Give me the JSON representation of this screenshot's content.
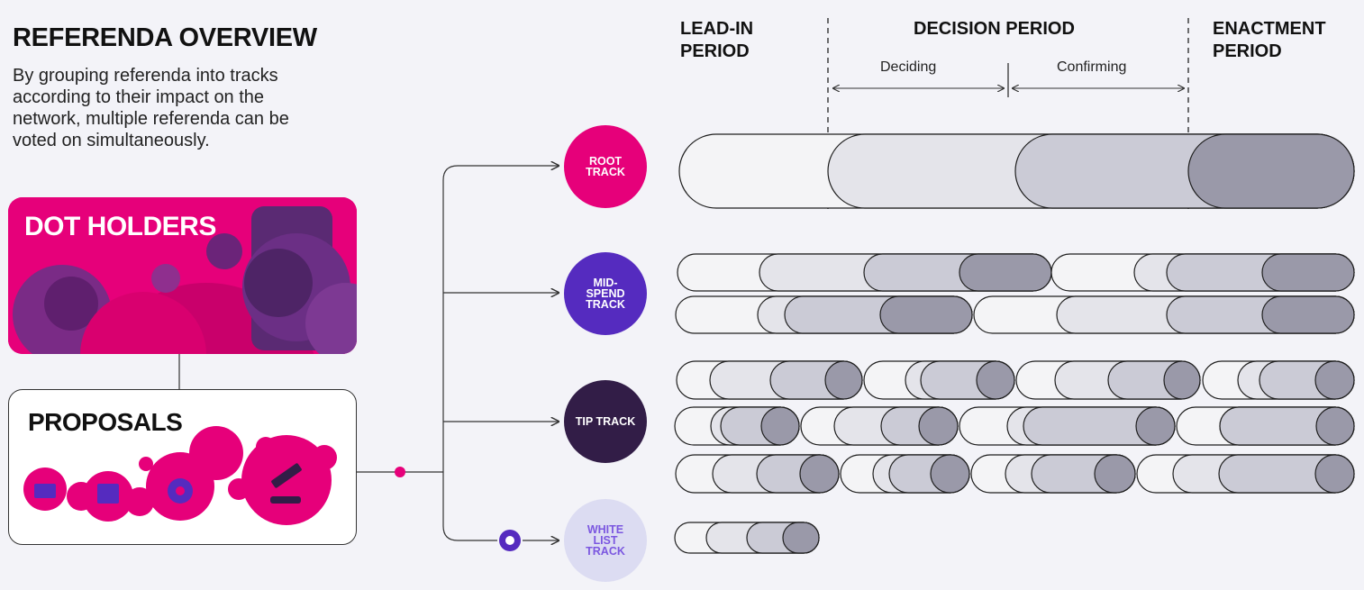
{
  "header": {
    "title": "REFERENDA OVERVIEW",
    "description": "By grouping referenda into tracks according to their impact on the network, multiple referenda can be voted on simultaneously."
  },
  "cards": {
    "holders_label": "DOT HOLDERS",
    "proposals_label": "PROPOSALS"
  },
  "phases": {
    "lead_in": "LEAD-IN PERIOD",
    "decision": "DECISION PERIOD",
    "enactment": "ENACTMENT PERIOD",
    "deciding": "Deciding",
    "confirming": "Confirming"
  },
  "tracks": [
    {
      "label": "ROOT TRACK",
      "color": "#e6007a",
      "text_color": "#ffffff"
    },
    {
      "label": "MID-SPEND TRACK",
      "color": "#552bbf",
      "text_color": "#ffffff"
    },
    {
      "label": "TIP TRACK",
      "color": "#321d47",
      "text_color": "#ffffff"
    },
    {
      "label": "WHITE LIST TRACK",
      "color": "#dcdcf2",
      "text_color": "#7b57e0"
    }
  ],
  "colors": {
    "lead_in": "#f4f4f6",
    "deciding": "#e4e4ea",
    "confirming": "#cbcbd6",
    "enactment": "#9a99a9",
    "pink": "#e6007a",
    "purple": "#552bbf"
  }
}
